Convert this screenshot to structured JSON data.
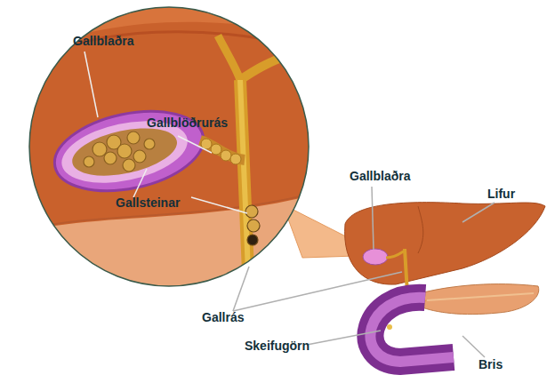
{
  "diagram": {
    "labels": [
      "Gallblaðra",
      "Gallblöðrurás",
      "Gallsteinar",
      "Gallblaðra",
      "Lifur",
      "Gallrás",
      "Skeifugörn",
      "Bris"
    ]
  }
}
